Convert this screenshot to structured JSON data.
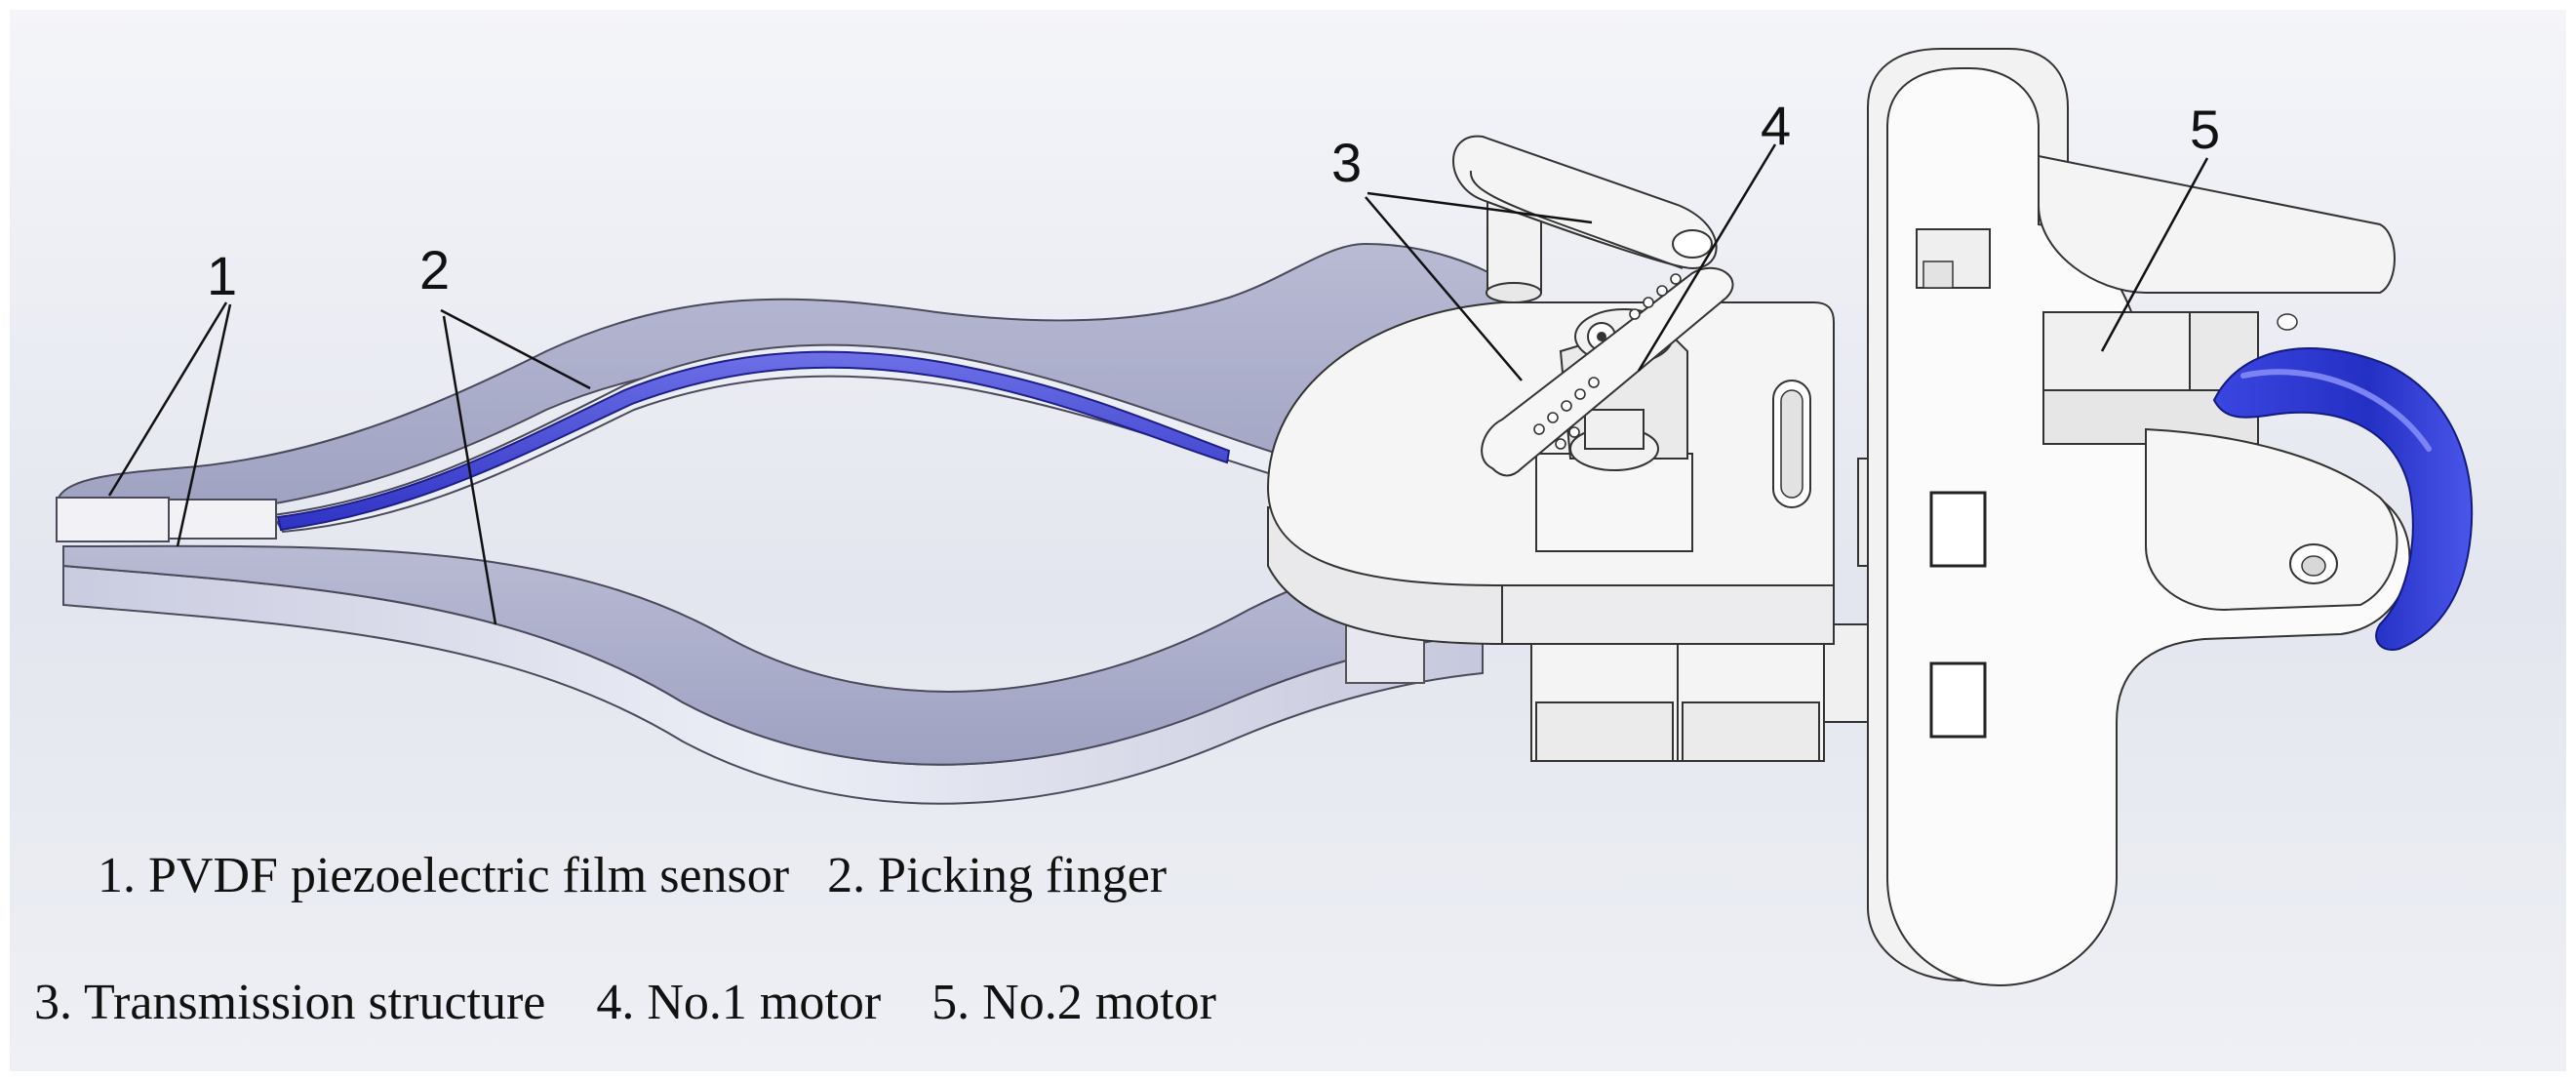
{
  "callouts": {
    "c1": "1",
    "c2": "2",
    "c3": "3",
    "c4": "4",
    "c5": "5"
  },
  "legend": {
    "line1": {
      "item1": "1. PVDF piezoelectric film sensor",
      "item2": "2. Picking finger"
    },
    "line2": {
      "item3": "3. Transmission structure",
      "item4": "4. No.1 motor",
      "item5": "5. No.2 motor"
    }
  },
  "colors": {
    "finger_fill": "#a9acc8",
    "finger_edge": "#d5d7e6",
    "film_sensor": "#3b3fd1",
    "motor_body": "#f1f1f1",
    "gripper_pad": "#2a35cf"
  }
}
